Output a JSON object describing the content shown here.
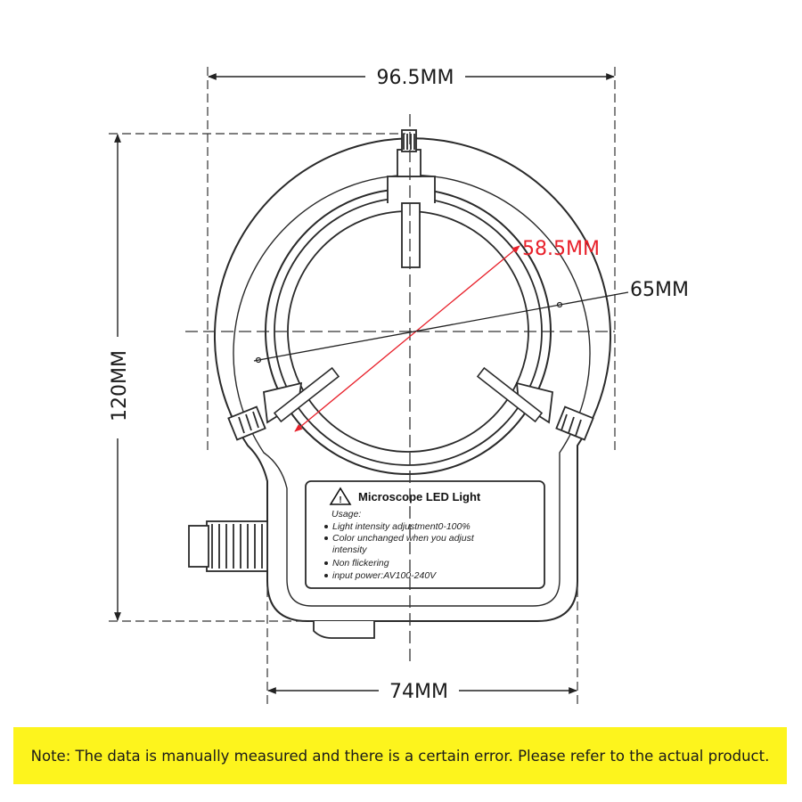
{
  "dimensions": {
    "top_width": "96.5MM",
    "height": "120MM",
    "bottom_width": "74MM",
    "inner_diameter": "58.5MM",
    "outer_diameter": "65MM"
  },
  "label": {
    "title": "Microscope LED Light",
    "usage_heading": "Usage:",
    "lines": [
      "Light intensity adjustment0-100%",
      "Color unchanged when you adjust",
      "intensity",
      "Non flickering",
      "input power:AV100-240V"
    ]
  },
  "colors": {
    "outline": "#2a2a2a",
    "dimension_highlight": "#e8202a",
    "note_background": "#fdf41d"
  },
  "note": "Note: The data is manually measured and there is a certain error. Please refer to the actual product."
}
